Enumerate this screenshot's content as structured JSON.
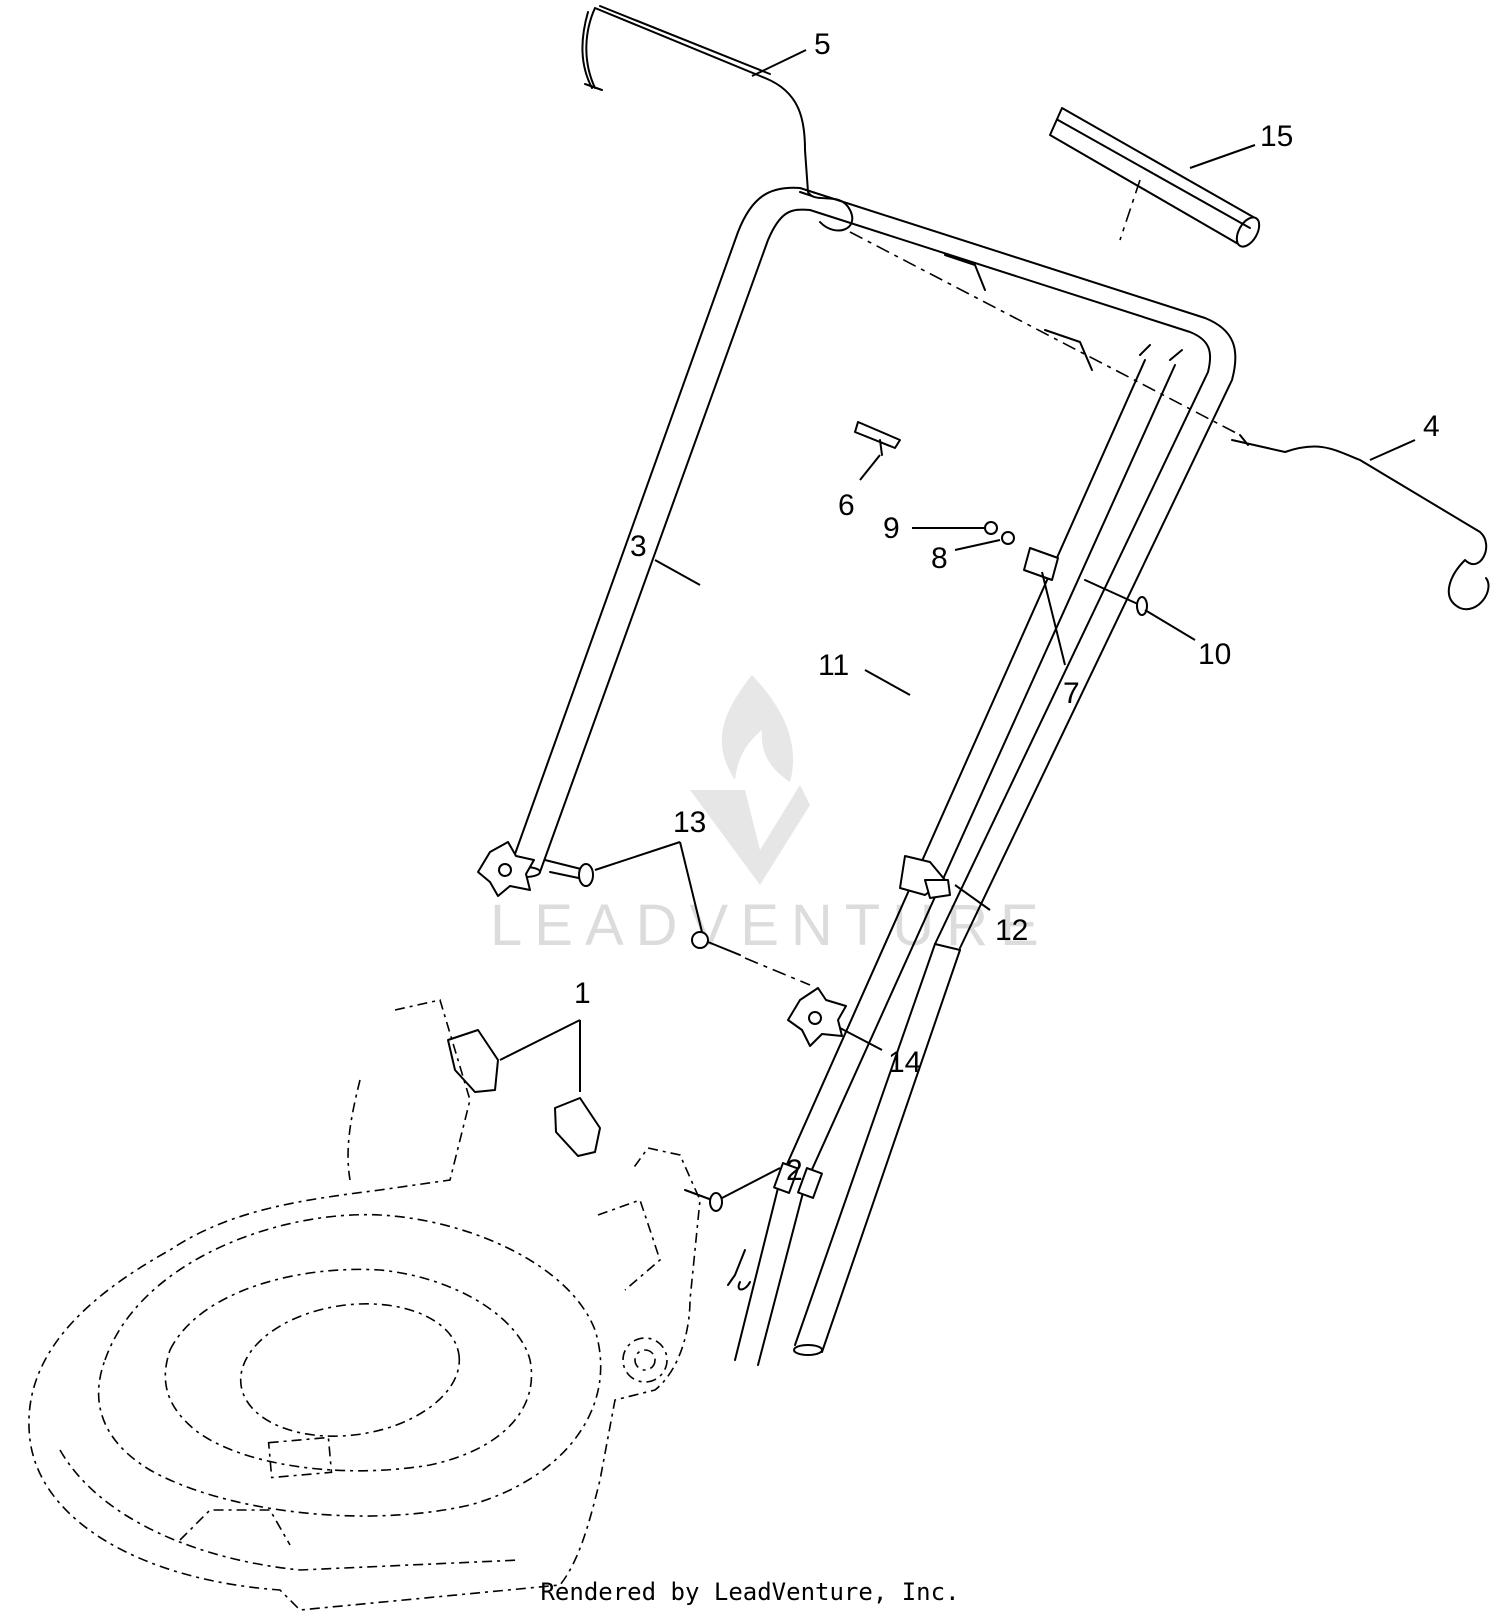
{
  "callouts": [
    {
      "id": "1",
      "label": "1"
    },
    {
      "id": "2",
      "label": "2"
    },
    {
      "id": "3",
      "label": "3"
    },
    {
      "id": "4",
      "label": "4"
    },
    {
      "id": "5",
      "label": "5"
    },
    {
      "id": "6",
      "label": "6"
    },
    {
      "id": "7",
      "label": "7"
    },
    {
      "id": "8",
      "label": "8"
    },
    {
      "id": "9",
      "label": "9"
    },
    {
      "id": "10",
      "label": "10"
    },
    {
      "id": "11",
      "label": "11"
    },
    {
      "id": "12",
      "label": "12"
    },
    {
      "id": "13",
      "label": "13"
    },
    {
      "id": "14",
      "label": "14"
    },
    {
      "id": "15",
      "label": "15"
    }
  ],
  "watermark": {
    "text": "LEADVENTURE",
    "color": "#d9d9d9"
  },
  "footer": {
    "credit": "Rendered by LeadVenture, Inc."
  },
  "colors": {
    "line": "#000000",
    "background": "#ffffff"
  }
}
